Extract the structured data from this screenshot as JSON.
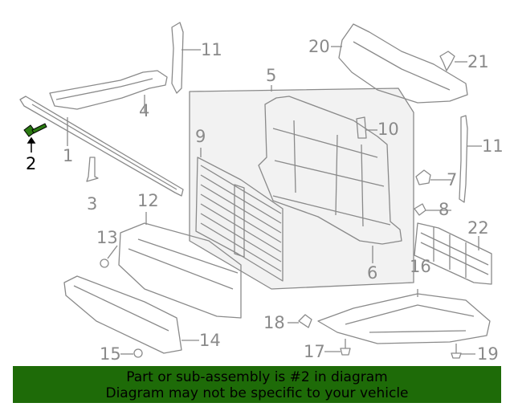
{
  "callouts": [
    {
      "id": "1",
      "label": "1"
    },
    {
      "id": "2",
      "label": "2",
      "highlighted": true
    },
    {
      "id": "3",
      "label": "3"
    },
    {
      "id": "4",
      "label": "4"
    },
    {
      "id": "5",
      "label": "5"
    },
    {
      "id": "6",
      "label": "6"
    },
    {
      "id": "7",
      "label": "7"
    },
    {
      "id": "8",
      "label": "8"
    },
    {
      "id": "9",
      "label": "9"
    },
    {
      "id": "10",
      "label": "10"
    },
    {
      "id": "11a",
      "label": "11"
    },
    {
      "id": "11b",
      "label": "11"
    },
    {
      "id": "12",
      "label": "12"
    },
    {
      "id": "13",
      "label": "13"
    },
    {
      "id": "14",
      "label": "14"
    },
    {
      "id": "15",
      "label": "15"
    },
    {
      "id": "16",
      "label": "16"
    },
    {
      "id": "17",
      "label": "17"
    },
    {
      "id": "18",
      "label": "18"
    },
    {
      "id": "19",
      "label": "19"
    },
    {
      "id": "20",
      "label": "20"
    },
    {
      "id": "21",
      "label": "21"
    },
    {
      "id": "22",
      "label": "22"
    }
  ],
  "banner": {
    "line1": "Part or sub-assembly is #2 in diagram",
    "line2": "Diagram may not be specific to your vehicle"
  },
  "colors": {
    "line": "#8a8a8a",
    "highlight": "#1e6b08",
    "banner_bg": "#1e6b08"
  }
}
